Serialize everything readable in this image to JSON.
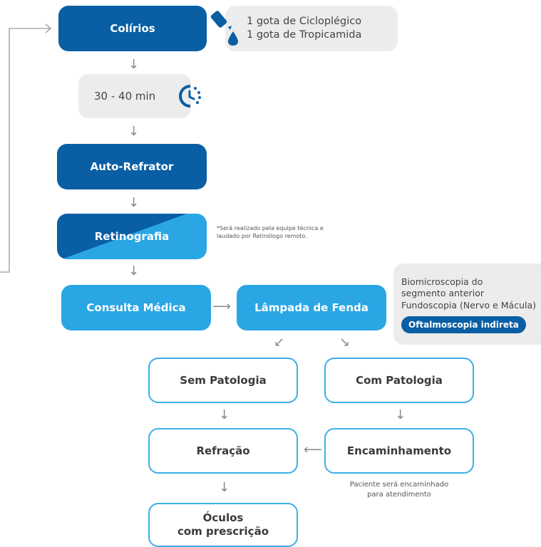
{
  "nodes": {
    "colirios": "Colírios",
    "wait": "30 - 40 min",
    "auto_refrator": "Auto-Refrator",
    "retinografia": "Retinografia",
    "consulta": "Consulta Médica",
    "lampada": "Lâmpada de Fenda",
    "sem_patologia": "Sem Patologia",
    "com_patologia": "Com Patologia",
    "refracao": "Refração",
    "encaminhamento": "Encaminhamento",
    "oculos_line1": "Óculos",
    "oculos_line2": "com prescrição"
  },
  "drops": {
    "line1": "1 gota de Cicloplégico",
    "line2": "1 gota de Tropicamida"
  },
  "retinografia_note": {
    "line1": "*Será realizado pela equipe técnica e",
    "line2": "laudado por Retinólogo remoto."
  },
  "lampada_info": {
    "line1": "Biomicroscopia do",
    "line2": "segmento anterior",
    "line3": "Fundoscopia (Nervo e Mácula)",
    "badge": "Oftalmoscopia indireta"
  },
  "encaminhamento_note": {
    "line1": "Paciente será encaminhado",
    "line2": "para atendimento"
  },
  "colors": {
    "dark_blue": "#0a5fa4",
    "light_blue": "#2aa6e4",
    "outline_blue": "#3bb0e6",
    "grey_box": "#ececec"
  },
  "icons": [
    "eye-drop-icon",
    "clock-icon",
    "arrow-icon"
  ]
}
